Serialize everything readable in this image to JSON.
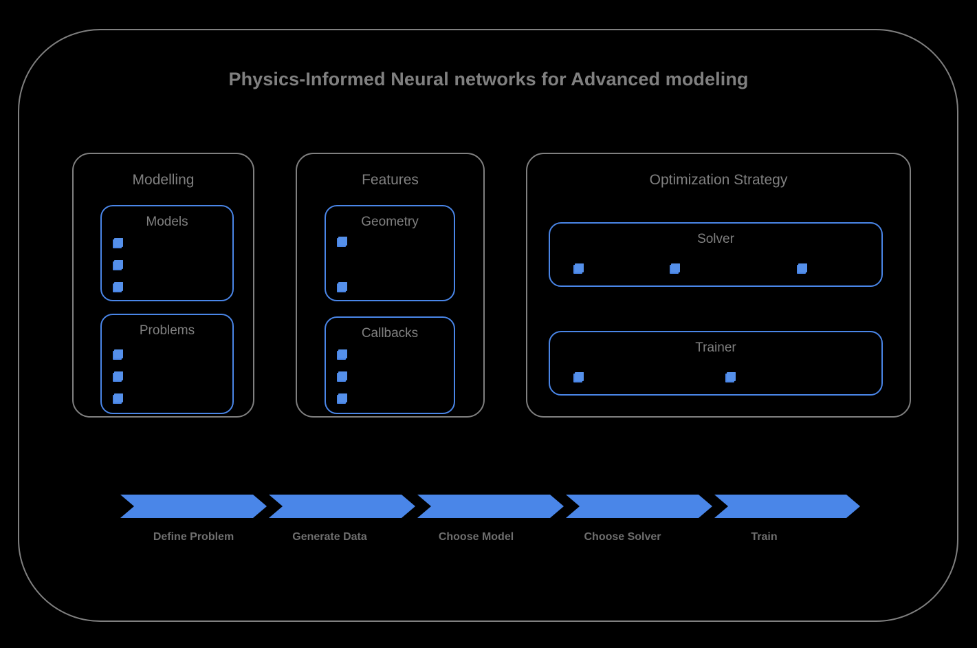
{
  "diagram": {
    "title": "Physics-Informed Neural networks for Advanced modeling",
    "background_color": "#000000",
    "frame_border_color": "#808080",
    "accent_color": "#4a86e8",
    "text_color": "#808080"
  },
  "groups": [
    {
      "id": "modelling",
      "title": "Modelling",
      "cards": [
        {
          "id": "models",
          "title": "Models",
          "bullet_count": 3
        },
        {
          "id": "problems",
          "title": "Problems",
          "bullet_count": 3
        }
      ]
    },
    {
      "id": "features",
      "title": "Features",
      "cards": [
        {
          "id": "geometry",
          "title": "Geometry",
          "bullet_count": 2
        },
        {
          "id": "callbacks",
          "title": "Callbacks",
          "bullet_count": 3
        }
      ]
    },
    {
      "id": "optimization-strategy",
      "title": "Optimization Strategy",
      "cards": [
        {
          "id": "solver",
          "title": "Solver",
          "bullet_count": 3
        },
        {
          "id": "trainer",
          "title": "Trainer",
          "bullet_count": 2
        }
      ]
    }
  ],
  "workflow": {
    "steps": [
      {
        "label": "Define Problem"
      },
      {
        "label": "Generate Data"
      },
      {
        "label": "Choose Model"
      },
      {
        "label": "Choose Solver"
      },
      {
        "label": "Train"
      }
    ]
  }
}
